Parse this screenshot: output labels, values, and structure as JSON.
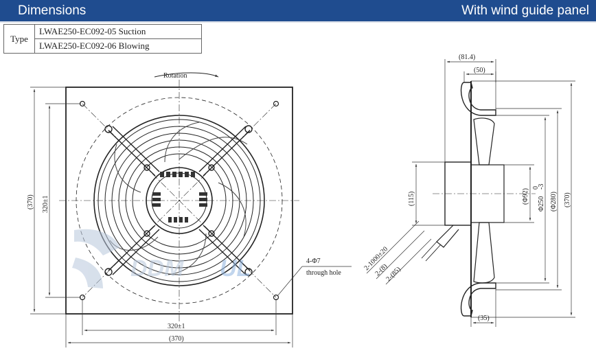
{
  "header": {
    "title": "Dimensions",
    "subtitle": "With wind guide panel"
  },
  "type_table": {
    "type_label": "Type",
    "rows": [
      {
        "model": "LWAE250-EC092-05",
        "mode": "Suction"
      },
      {
        "model": "LWAE250-EC092-06",
        "mode": "Blowing"
      }
    ]
  },
  "front_view": {
    "rotation_label": "Rotation",
    "dim_height_outer": "(370)",
    "dim_height_inner": "320±1",
    "dim_width_inner": "320±1",
    "dim_width_outer": "(370)",
    "hole_label_1": "4-Φ7",
    "hole_label_2": "through hole"
  },
  "side_view": {
    "dim_top_total": "(81.4)",
    "dim_top_inner": "(50)",
    "dim_motor_height": "(115)",
    "dim_phi92": "(Φ92)",
    "dim_phi250": "Φ250",
    "dim_phi250_tol": "0",
    "dim_phi250_tol_low": "-3",
    "dim_phi280": "(Φ280)",
    "dim_370": "(370)",
    "dim_bottom": "(35)",
    "cable_1": "2-1000±20",
    "cable_2": "2-(8)",
    "cable_3": "2-(85)"
  }
}
